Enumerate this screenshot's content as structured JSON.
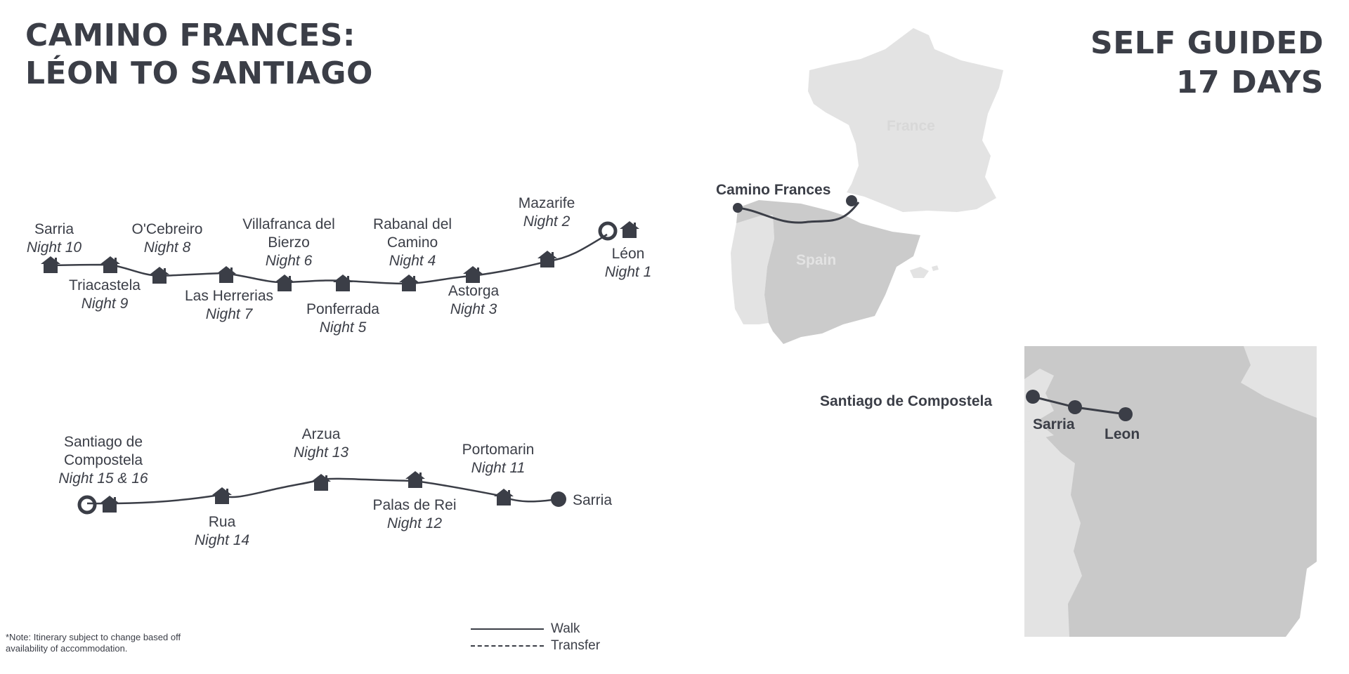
{
  "header": {
    "title_line1": "CAMINO FRANCES:",
    "title_line2": "LÉON TO SANTIAGO",
    "subtitle_line1": "SELF GUIDED",
    "subtitle_line2": "17 DAYS"
  },
  "route_top": {
    "start": {
      "name": "Léon",
      "night": "Night 1"
    },
    "stops": [
      {
        "name": "Mazarife",
        "night": "Night 2"
      },
      {
        "name": "Astorga",
        "night": "Night 3"
      },
      {
        "name": "Rabanal del Camino",
        "night": "Night 4"
      },
      {
        "name": "Ponferrada",
        "night": "Night 5"
      },
      {
        "name": "Villafranca del Bierzo",
        "night": "Night 6"
      },
      {
        "name": "Las Herrerias",
        "night": "Night 7"
      },
      {
        "name": "O'Cebreiro",
        "night": "Night 8"
      },
      {
        "name": "Triacastela",
        "night": "Night 9"
      },
      {
        "name": "Sarria",
        "night": "Night 10"
      }
    ]
  },
  "route_bottom": {
    "start": {
      "name": "Sarria"
    },
    "stops": [
      {
        "name": "Portomarin",
        "night": "Night 11"
      },
      {
        "name": "Palas de Rei",
        "night": "Night 12"
      },
      {
        "name": "Arzua",
        "night": "Night 13"
      },
      {
        "name": "Rua",
        "night": "Night 14"
      },
      {
        "name": "Santiago de Compostela",
        "night": "Night 15 & 16"
      }
    ]
  },
  "legend": {
    "walk": "Walk",
    "transfer": "Transfer"
  },
  "note": "*Note: Itinerary  subject to change based off availability of accommodation.",
  "europe_map": {
    "france": "France",
    "spain": "Spain",
    "route": "Camino Frances"
  },
  "region_map": {
    "santiago": "Santiago de Compostela",
    "sarria": "Sarria",
    "leon": "Leon"
  },
  "colors": {
    "ink": "#3b3e47",
    "land_light": "#e3e3e3",
    "land_mid": "#d4d4d4",
    "land_dark": "#c9c9c9",
    "label_light": "#d8d8d8"
  },
  "icons": {
    "stop": "house-icon",
    "start": "ring-marker-icon",
    "end": "dot-marker-icon"
  }
}
